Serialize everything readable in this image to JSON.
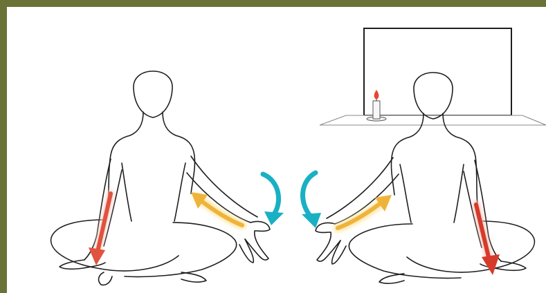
{
  "colors": {
    "frame": "#6b7236",
    "background": "#ffffff",
    "outline": "#1e1e1e",
    "red_arrow": "#e0533f",
    "red_arrow_dark": "#d63a2b",
    "yellow_arrow": "#f0b33a",
    "yellow_glow": "#fbe7a6",
    "teal_arrow": "#1ab0c4",
    "flame": "#e8452e"
  },
  "figures": [
    {
      "id": "left-meditator",
      "view": "back",
      "pose": "cross-legged"
    },
    {
      "id": "right-meditator",
      "view": "back",
      "pose": "cross-legged"
    }
  ],
  "objects": [
    {
      "id": "mirror-frame"
    },
    {
      "id": "shelf"
    },
    {
      "id": "candle",
      "lit": true
    }
  ],
  "arrows": [
    {
      "id": "left-forearm-arrow",
      "color": "red"
    },
    {
      "id": "left-upper-arm-arrow",
      "color": "yellow"
    },
    {
      "id": "left-curved-arrow",
      "color": "teal"
    },
    {
      "id": "right-curved-arrow",
      "color": "teal"
    },
    {
      "id": "right-upper-arm-arrow",
      "color": "yellow"
    },
    {
      "id": "right-forearm-arrow",
      "color": "red"
    }
  ]
}
